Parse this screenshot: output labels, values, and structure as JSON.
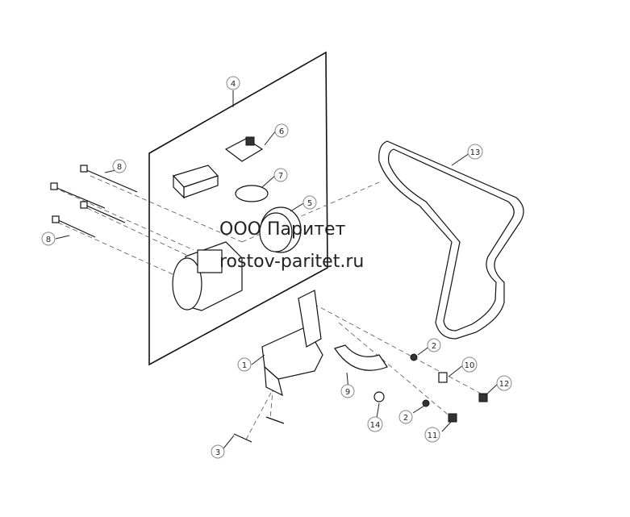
{
  "watermark": {
    "company": "ООО Паритет",
    "site": "rostov-paritet.ru"
  },
  "callouts": {
    "c1": "1",
    "c2a": "2",
    "c2b": "2",
    "c3": "3",
    "c4": "4",
    "c5": "5",
    "c6": "6",
    "c7": "7",
    "c8a": "8",
    "c8b": "8",
    "c9": "9",
    "c10": "10",
    "c11": "11",
    "c12": "12",
    "c13": "13",
    "c14": "14"
  }
}
